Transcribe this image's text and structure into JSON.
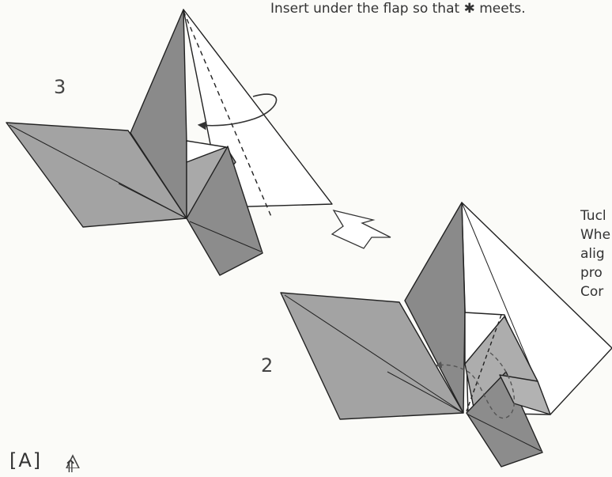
{
  "instructions": {
    "top": "Insert under the flap so that ✱ meets.",
    "side_lines": [
      "Tucl",
      "Whe",
      "alig",
      "pro",
      "Cor"
    ]
  },
  "steps": {
    "step3": "3",
    "step2": "2",
    "next_marker": "[A]",
    "next_marker_symbol": "⇑"
  },
  "colors": {
    "paper_gray": "#9b9b9b",
    "paper_gray_light": "#b4b4b4",
    "paper_gray_dark": "#7e7e7e",
    "line": "#222222",
    "background": "#fbfbf8"
  }
}
